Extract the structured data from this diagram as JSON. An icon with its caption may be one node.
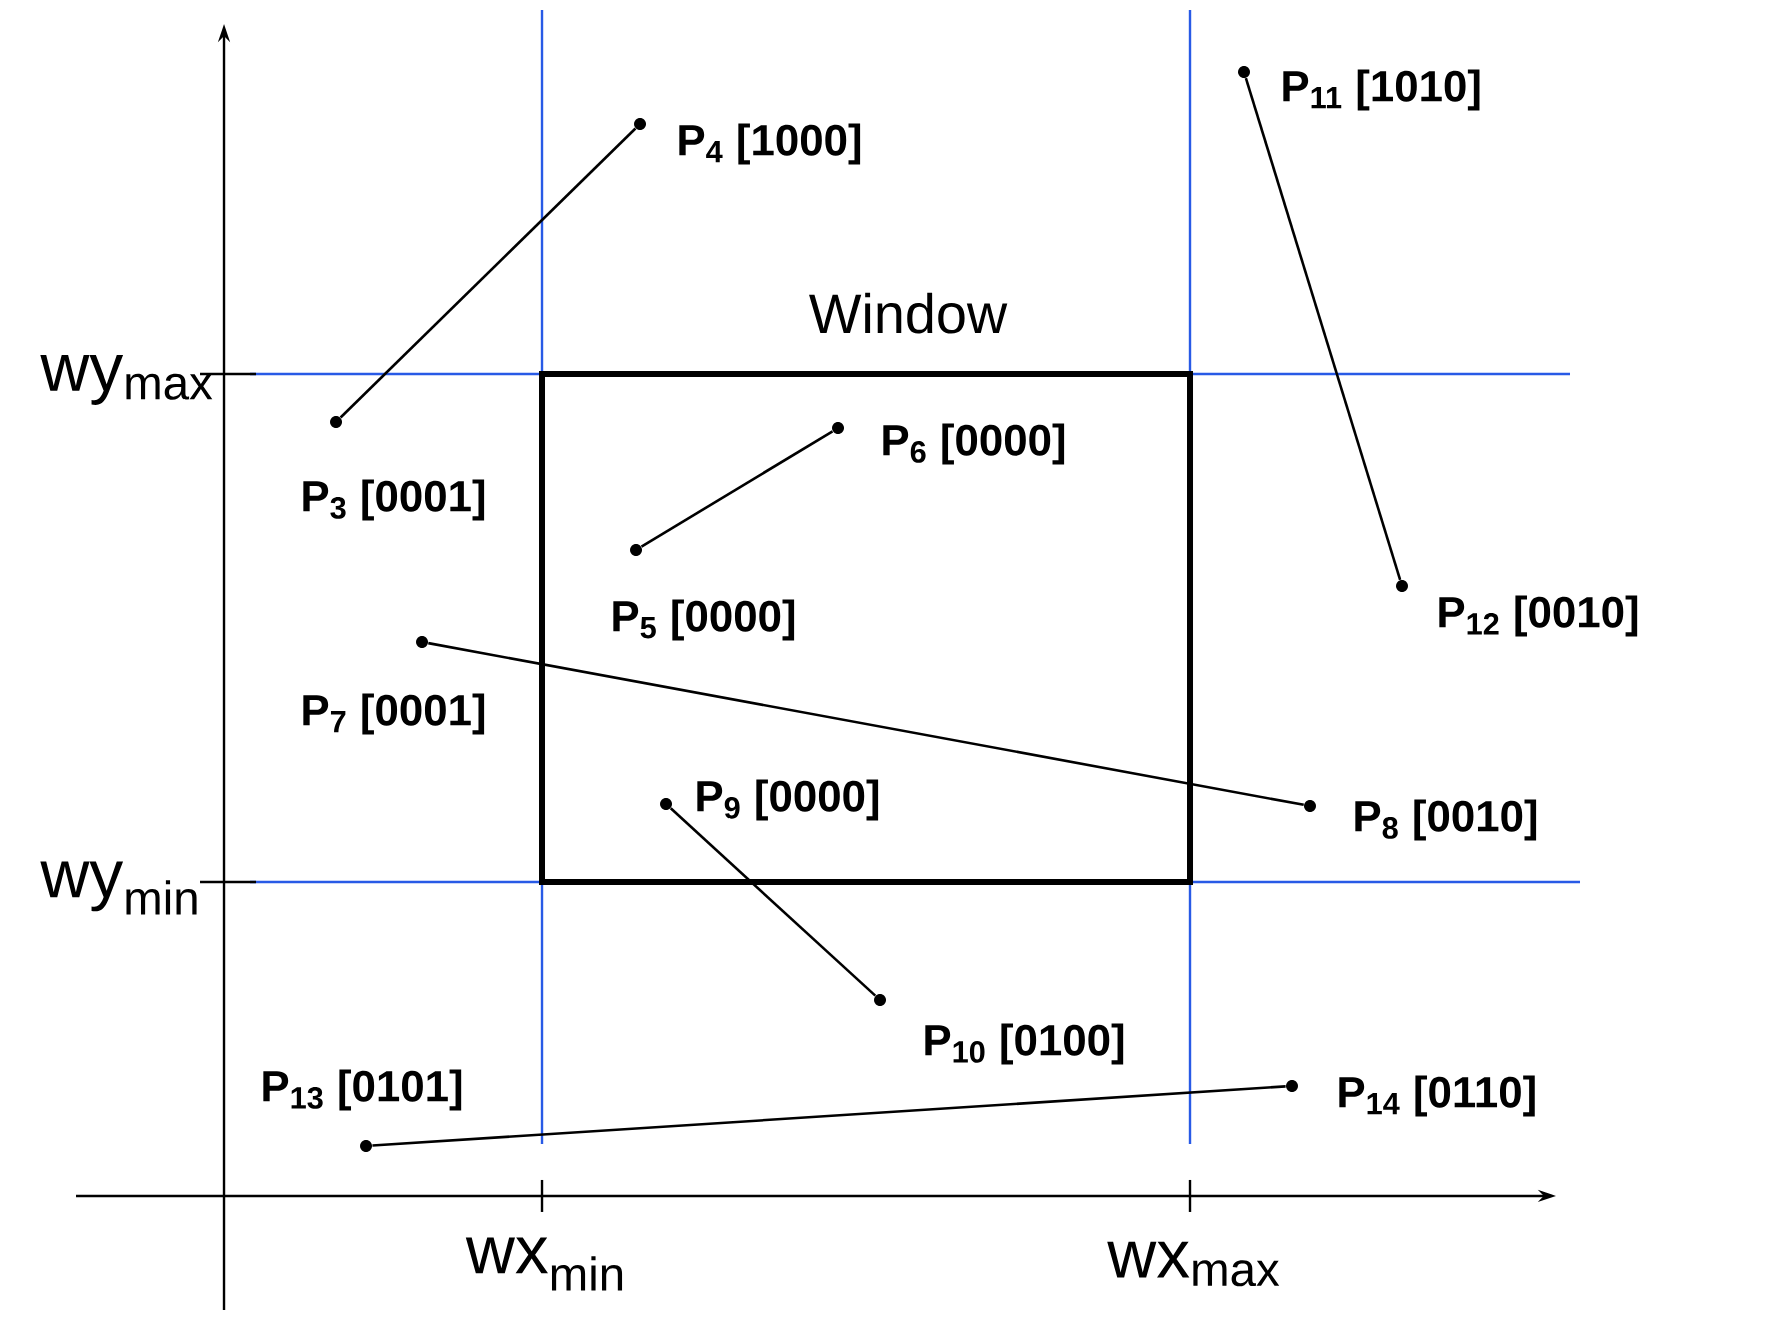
{
  "diagram": {
    "nodes": [
      {
        "text": [
          "Window"
        ]
      },
      {
        "text": [
          "P$_{3}$ [0001]"
        ]
      },
      {
        "text": [
          "P$_{4}$ [1000]"
        ]
      },
      {
        "text": [
          "P$_{5}$ [0000]"
        ],
        "in": 0
      },
      {
        "text": [
          "P$_{6}$ [0000]"
        ],
        "in": 0
      },
      {
        "text": [
          "P$_{7}$ [0001]"
        ]
      },
      {
        "text": [
          "P$_{8}$ [0010]"
        ]
      },
      {
        "text": [
          "P$_{9}$ [0000]"
        ],
        "in": 0
      },
      {
        "text": [
          "P$_{10}$ [0100]"
        ]
      },
      {
        "text": [
          "P$_{11}$ [1010]"
        ]
      },
      {
        "text": [
          "P$_{12}$ [0010]"
        ]
      },
      {
        "text": [
          "P$_{13}$ [0101]"
        ]
      },
      {
        "text": [
          "P$_{14}$ [0110]"
        ]
      }
    ],
    "edges": [
      {
        "from": 1,
        "to": 2,
        "arrow": "none"
      },
      {
        "from": 3,
        "to": 4,
        "arrow": "none"
      },
      {
        "from": 5,
        "to": 6,
        "arrow": "none"
      },
      {
        "from": 7,
        "to": 8,
        "arrow": "none"
      },
      {
        "from": 9,
        "to": 10,
        "arrow": "none"
      },
      {
        "from": 11,
        "to": 12,
        "arrow": "none"
      }
    ],
    "labels": [
      "wy$_{max}$",
      "wy$_{min}$",
      "wx$_{min}$",
      "wx$_{max}$"
    ]
  }
}
